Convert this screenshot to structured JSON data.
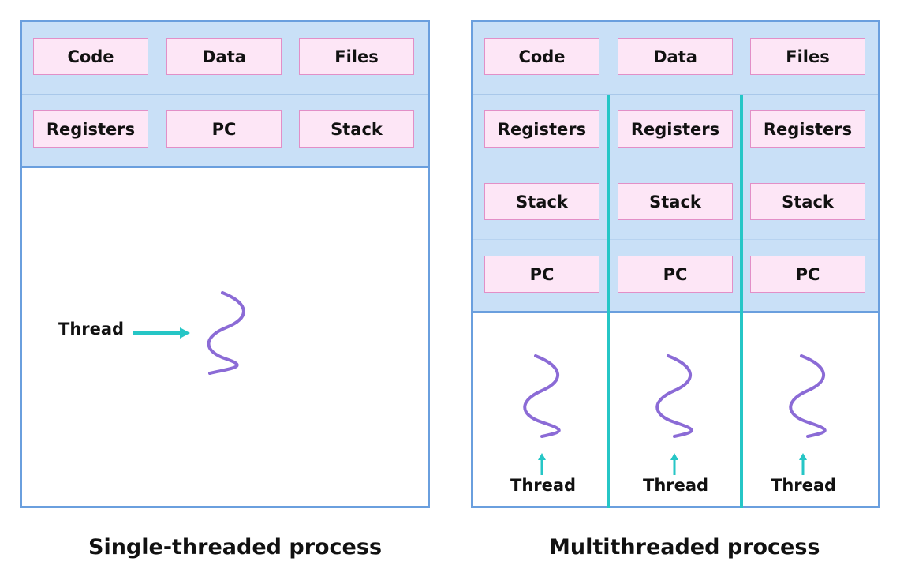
{
  "single": {
    "boxes": [
      "Code",
      "Data",
      "Files",
      "Registers",
      "PC",
      "Stack"
    ],
    "thread_label": "Thread",
    "caption": "Single-threaded process"
  },
  "multi": {
    "shared": [
      "Code",
      "Data",
      "Files"
    ],
    "threads": [
      {
        "registers": "Registers",
        "stack": "Stack",
        "pc": "PC",
        "label": "Thread"
      },
      {
        "registers": "Registers",
        "stack": "Stack",
        "pc": "PC",
        "label": "Thread"
      },
      {
        "registers": "Registers",
        "stack": "Stack",
        "pc": "PC",
        "label": "Thread"
      }
    ],
    "caption": "Multithreaded process"
  },
  "colors": {
    "band": "#c9e0f7",
    "border": "#6a9fde",
    "box_fill": "#fde6f6",
    "box_border": "#e28fc7",
    "arrow": "#26c6c6",
    "thread": "#8b6bd6"
  }
}
